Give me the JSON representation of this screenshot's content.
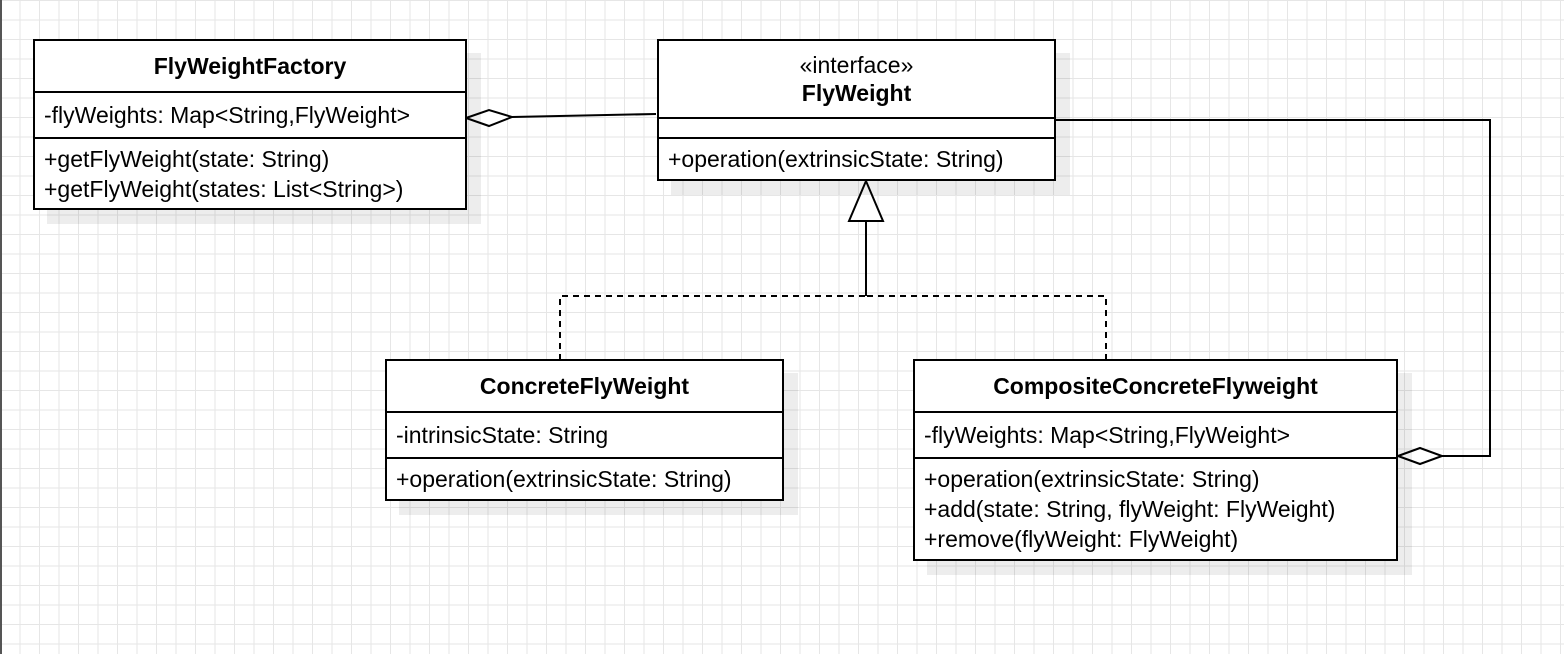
{
  "diagram": {
    "classes": {
      "factory": {
        "name": "FlyWeightFactory",
        "attributes": [
          "-flyWeights: Map<String,FlyWeight>"
        ],
        "operations": [
          "+getFlyWeight(state: String)",
          "+getFlyWeight(states: List<String>)"
        ]
      },
      "flyweight": {
        "stereotype": "«interface»",
        "name": "FlyWeight",
        "attributes": [],
        "operations": [
          "+operation(extrinsicState: String)"
        ]
      },
      "concrete": {
        "name": "ConcreteFlyWeight",
        "attributes": [
          "-intrinsicState: String"
        ],
        "operations": [
          "+operation(extrinsicState: String)"
        ]
      },
      "composite": {
        "name": "CompositeConcreteFlyweight",
        "attributes": [
          "-flyWeights: Map<String,FlyWeight>"
        ],
        "operations": [
          "+operation(extrinsicState: String)",
          "+add(state: String, flyWeight: FlyWeight)",
          "+remove(flyWeight: FlyWeight)"
        ]
      }
    },
    "relations": [
      {
        "type": "aggregation",
        "from": "factory",
        "to": "flyweight"
      },
      {
        "type": "realization",
        "from": "concrete",
        "to": "flyweight"
      },
      {
        "type": "realization",
        "from": "composite",
        "to": "flyweight"
      },
      {
        "type": "aggregation",
        "from": "composite",
        "to": "flyweight"
      }
    ]
  }
}
